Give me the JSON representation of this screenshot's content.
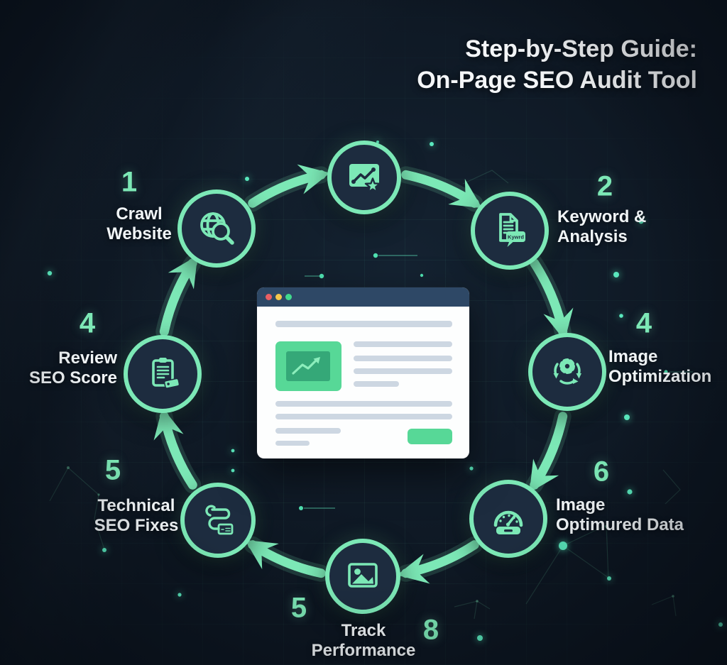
{
  "title": {
    "line1": "Step-by-Step Guide:",
    "line2": "On-Page SEO Audit Tool"
  },
  "steps": {
    "crawl": {
      "number": "1",
      "line1": "Crawl",
      "line2": "Website"
    },
    "keyword": {
      "number": "2",
      "line1": "Keyword &",
      "line2": "Analysis",
      "bubble": "Kywrd"
    },
    "image_optimization": {
      "number": "4",
      "line1": "Image",
      "line2": "Optimization"
    },
    "optimured_data": {
      "number": "6",
      "line1": "Image",
      "line2": "Optimured Data"
    },
    "track": {
      "number": "8",
      "stray_number": "5",
      "line1": "Track",
      "line2": "Performance"
    },
    "technical": {
      "number": "5",
      "line1": "Technical",
      "line2": "SEO Fixes"
    },
    "review": {
      "number": "4",
      "line1": "Review",
      "line2": "SEO Score"
    }
  },
  "icons": {
    "crawl": "globe-search-icon",
    "chart": "chart-star-icon",
    "keyword": "document-keyword-icon",
    "image_optimization": "gear-sync-icon",
    "optimured_data": "speedometer-icon",
    "track": "photo-icon",
    "technical": "flow-pipe-icon",
    "review": "clipboard-tag-icon",
    "browser_traffic_dots": [
      "red-dot",
      "yellow-dot",
      "green-dot"
    ]
  },
  "palette": {
    "background": "#0D1621",
    "mint_accent": "#7CE8B6",
    "node_fill": "#1D2C3F",
    "white_text": "#F2F5F7",
    "browser_titlebar": "#2E4866",
    "browser_green": "#57D897",
    "browser_bar_gray": "#CDD7E2",
    "traffic_red": "#EA5F63",
    "traffic_yellow": "#F5C64B",
    "traffic_green": "#41D98D"
  }
}
